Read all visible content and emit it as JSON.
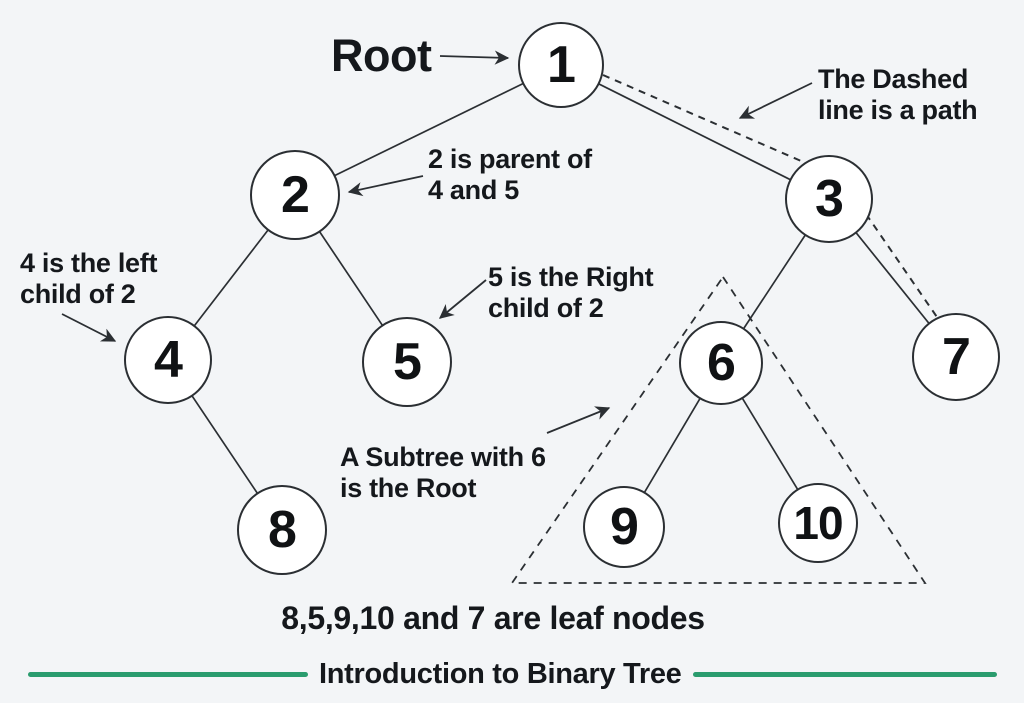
{
  "diagram": {
    "type": "binary-tree",
    "nodes": [
      {
        "label": "1"
      },
      {
        "label": "2"
      },
      {
        "label": "3"
      },
      {
        "label": "4"
      },
      {
        "label": "5"
      },
      {
        "label": "6"
      },
      {
        "label": "7"
      },
      {
        "label": "8"
      },
      {
        "label": "9"
      },
      {
        "label": "10"
      }
    ],
    "edges": [
      [
        "1",
        "2"
      ],
      [
        "1",
        "3"
      ],
      [
        "2",
        "4"
      ],
      [
        "2",
        "5"
      ],
      [
        "3",
        "6"
      ],
      [
        "3",
        "7"
      ],
      [
        "4",
        "8"
      ],
      [
        "6",
        "9"
      ],
      [
        "6",
        "10"
      ]
    ],
    "dashed_path": [
      "1",
      "3",
      "7"
    ],
    "subtree_nodes": [
      "6",
      "9",
      "10"
    ],
    "annotations": {
      "root": "Root",
      "dashed_line": "The Dashed\nline is a path",
      "parent": "2 is parent of\n4 and 5",
      "left_child": "4 is the left\nchild of 2",
      "right_child": "5 is the Right\nchild of 2",
      "subtree": "A Subtree with 6\nis the Root",
      "leaf_nodes": "8,5,9,10 and 7 are leaf nodes"
    },
    "footer": {
      "title": "Introduction to Binary Tree"
    },
    "colors": {
      "accent_green": "#2a9c6e",
      "line": "#2b2f33",
      "background": "#f3f5f7",
      "node_fill": "#ffffff",
      "text": "#15181c"
    }
  }
}
